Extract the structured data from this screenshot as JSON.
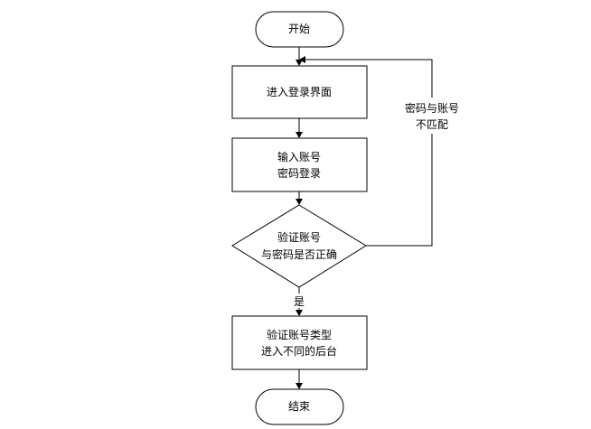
{
  "nodes": {
    "start": {
      "label": "开始"
    },
    "login_page": {
      "label": "进入登录界面"
    },
    "enter_credentials": {
      "lines": [
        "输入账号",
        "密码登录"
      ]
    },
    "verify_credentials": {
      "lines": [
        "验证账号",
        "与密码是否正确"
      ]
    },
    "route_backend": {
      "lines": [
        "验证账号类型",
        "进入不同的后台"
      ]
    },
    "end": {
      "label": "结束"
    }
  },
  "edges": {
    "mismatch_label": [
      "密码与账号",
      "不匹配"
    ],
    "match_label": "是"
  },
  "colors": {
    "stroke": "#000000",
    "fill": "#ffffff"
  }
}
